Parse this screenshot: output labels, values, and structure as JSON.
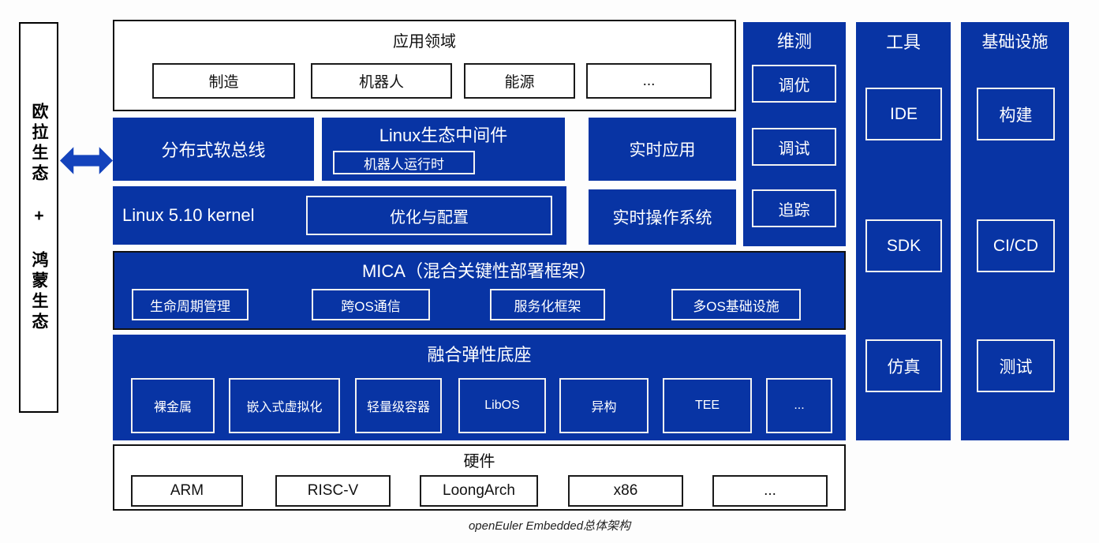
{
  "colors": {
    "primary_blue": "#0834a4",
    "arrow_blue": "#1443bc",
    "border_black": "#111111",
    "text_white": "#ffffff",
    "text_black": "#111111"
  },
  "caption": "openEuler Embedded总体架构",
  "left_bar": {
    "label": "欧拉生态 + 鸿蒙生态"
  },
  "icons": {
    "exchange_arrow": "left-right-double-arrow"
  },
  "app_domain": {
    "title": "应用领域",
    "items": [
      "制造",
      "机器人",
      "能源",
      "..."
    ]
  },
  "middleware_row": {
    "distributed_soft_bus": "分布式软总线",
    "linux_middleware_title": "Linux生态中间件",
    "robot_runtime": "机器人运行时",
    "realtime_app": "实时应用"
  },
  "kernel_row": {
    "kernel": "Linux 5.10 kernel",
    "optimization": "优化与配置",
    "rtos": "实时操作系统"
  },
  "mica": {
    "title": "MICA（混合关键性部署框架）",
    "items": [
      "生命周期管理",
      "跨OS通信",
      "服务化框架",
      "多OS基础设施"
    ]
  },
  "elastic_base": {
    "title": "融合弹性底座",
    "items": [
      "裸金属",
      "嵌入式虚拟化",
      "轻量级容器",
      "LibOS",
      "异构",
      "TEE",
      "..."
    ]
  },
  "hardware": {
    "title": "硬件",
    "items": [
      "ARM",
      "RISC-V",
      "LoongArch",
      "x86",
      "..."
    ]
  },
  "maintenance": {
    "title": "维测",
    "items": [
      "调优",
      "调试",
      "追踪"
    ]
  },
  "tools": {
    "title": "工具",
    "items": [
      "IDE",
      "SDK",
      "仿真"
    ]
  },
  "infrastructure": {
    "title": "基础设施",
    "items": [
      "构建",
      "CI/CD",
      "测试"
    ]
  }
}
